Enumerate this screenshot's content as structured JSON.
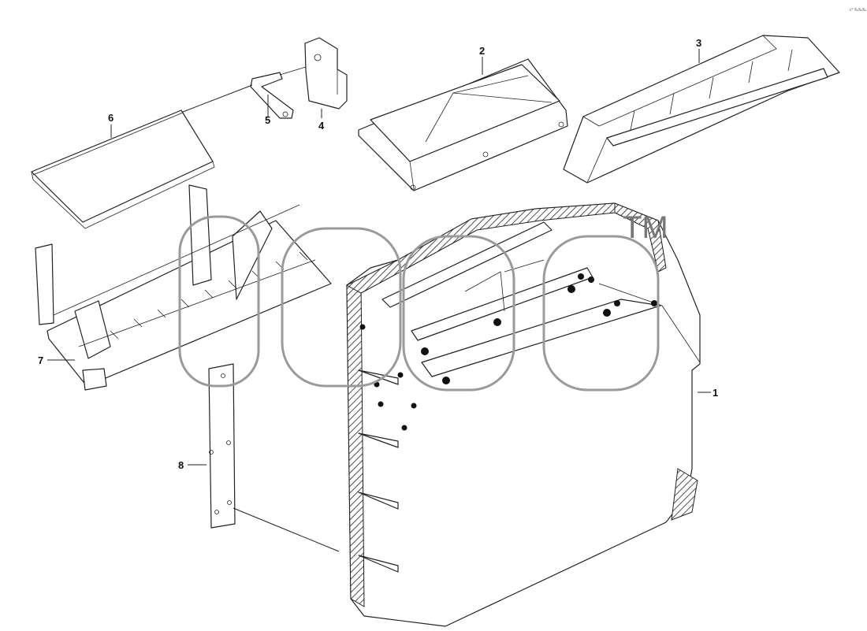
{
  "diagram": {
    "corner_note": "c° ‰‰‰",
    "watermark_tm": "TM",
    "callouts": [
      {
        "id": "1",
        "text": "1"
      },
      {
        "id": "2",
        "text": "2"
      },
      {
        "id": "3",
        "text": "3"
      },
      {
        "id": "4",
        "text": "4"
      },
      {
        "id": "5",
        "text": "5"
      },
      {
        "id": "6",
        "text": "6"
      },
      {
        "id": "7",
        "text": "7"
      },
      {
        "id": "8",
        "text": "8"
      }
    ]
  }
}
